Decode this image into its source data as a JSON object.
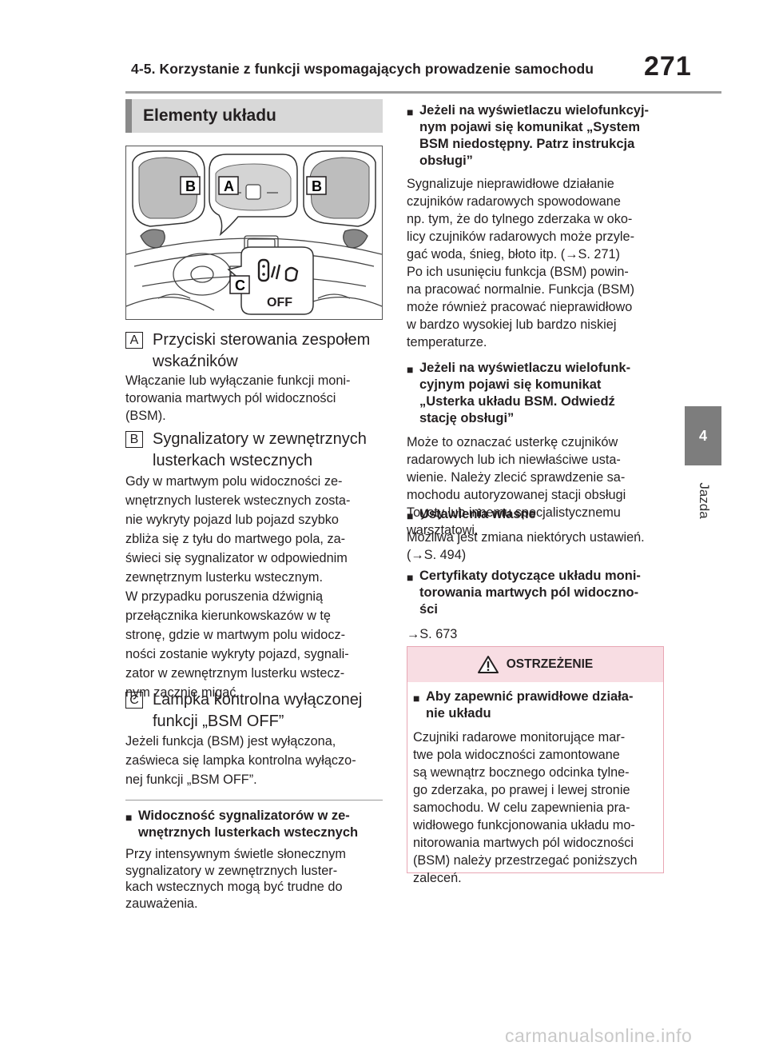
{
  "header": {
    "title": "4-5. Korzystanie z funkcji wspomagających prowadzenie samochodu",
    "page_number": "271"
  },
  "side_tab": {
    "number": "4",
    "label": "Jazda"
  },
  "left": {
    "section_title": "Elementy układu",
    "figure": {
      "label_a": "A",
      "label_b1": "B",
      "label_b2": "B",
      "label_c": "C",
      "off_text": "OFF"
    },
    "item_a": {
      "letter": "A",
      "title_l1": "Przyciski sterowania zespołem",
      "title_l2": "wskaźników",
      "body": [
        "Włączanie lub wyłączanie funkcji moni-",
        "torowania martwych pól widoczności",
        "(BSM)."
      ]
    },
    "item_b": {
      "letter": "B",
      "title_l1": "Sygnalizatory w zewnętrznych",
      "title_l2": "lusterkach wstecznych",
      "body": [
        "Gdy w martwym polu widoczności ze-",
        "wnętrznych lusterek wstecznych zosta-",
        "nie wykryty pojazd lub pojazd szybko",
        "zbliża się z tyłu do martwego pola, za-",
        "świeci się sygnalizator w odpowiednim",
        "zewnętrznym lusterku wstecznym.",
        "W przypadku poruszenia dźwignią",
        "przełącznika kierunkowskazów w tę",
        "stronę, gdzie w martwym polu widocz-",
        "ności zostanie wykryty pojazd, sygnali-",
        "zator w zewnętrznym lusterku wstecz-",
        "nym zacznie migać."
      ]
    },
    "item_c": {
      "letter": "C",
      "title_l1": "Lampka kontrolna wyłączonej",
      "title_l2": "funkcji „BSM OFF”",
      "body": [
        "Jeżeli funkcja (BSM) jest wyłączona,",
        "zaświeca się lampka kontrolna wyłączo-",
        "nej funkcji „BSM OFF”."
      ]
    },
    "visibility": {
      "bullet": "■",
      "head": [
        "Widoczność sygnalizatorów w ze-",
        "wnętrznych lusterkach wstecznych"
      ],
      "body": [
        "Przy intensywnym świetle słonecznym",
        "sygnalizatory w zewnętrznych luster-",
        "kach wstecznych mogą być trudne do",
        "zauważenia."
      ]
    }
  },
  "right": {
    "block1": {
      "bullet": "■",
      "head": [
        "Jeżeli na wyświetlaczu wielofunkcyj-",
        "nym pojawi się komunikat „System",
        "BSM niedostępny. Patrz instrukcja",
        "obsługi”"
      ],
      "body": [
        "Sygnalizuje nieprawidłowe działanie",
        "czujników radarowych spowodowane",
        "np. tym, że do tylnego zderzaka w oko-",
        "licy czujników radarowych może przyle-",
        "gać woda, śnieg, błoto itp. (→S. 271)",
        "Po ich usunięciu funkcja (BSM) powin-",
        "na pracować normalnie. Funkcja (BSM)",
        "może również pracować nieprawidłowo",
        "w bardzo wysokiej lub bardzo niskiej",
        "temperaturze."
      ]
    },
    "block2": {
      "bullet": "■",
      "head": [
        "Jeżeli na wyświetlaczu wielofunk-",
        "cyjnym pojawi się komunikat",
        "„Usterka układu BSM. Odwiedź",
        "stację obsługi”"
      ],
      "body": [
        "Może to oznaczać usterkę czujników",
        "radarowych lub ich niewłaściwe usta-",
        "wienie. Należy zlecić sprawdzenie sa-",
        "mochodu autoryzowanej stacji obsługi",
        "Toyoty lub innemu specjalistycznemu",
        "warsztatowi."
      ]
    },
    "block3": {
      "bullet": "■",
      "head": [
        "Ustawienia własne"
      ],
      "body": [
        "Możliwa jest zmiana niektórych ustawień.",
        "(→S. 494)"
      ]
    },
    "block4": {
      "bullet": "■",
      "head": [
        "Certyfikaty dotyczące układu moni-",
        "torowania martwych pól widoczno-",
        "ści"
      ],
      "body": [
        "→S. 673"
      ]
    },
    "warning": {
      "title": "OSTRZEŻENIE",
      "bullet": "■",
      "head": [
        "Aby zapewnić prawidłowe działa-",
        "nie układu"
      ],
      "body": [
        "Czujniki radarowe monitorujące mar-",
        "twe pola widoczności zamontowane",
        "są wewnątrz bocznego odcinka tylne-",
        "go zderzaka, po prawej i lewej stronie",
        "samochodu. W celu zapewnienia pra-",
        "widłowego funkcjonowania układu mo-",
        "nitorowania martwych pól widoczności",
        "(BSM) należy przestrzegać poniższych",
        "zaleceń."
      ]
    }
  },
  "footer": {
    "watermark": "carmanualsonline.info"
  },
  "colors": {
    "header_rule": "#9d9d9d",
    "tab_bg": "#7d7d7d",
    "section_bg": "#d8d8d8",
    "warning_border": "#e8a6b4",
    "warning_bg": "#f8dde3"
  }
}
